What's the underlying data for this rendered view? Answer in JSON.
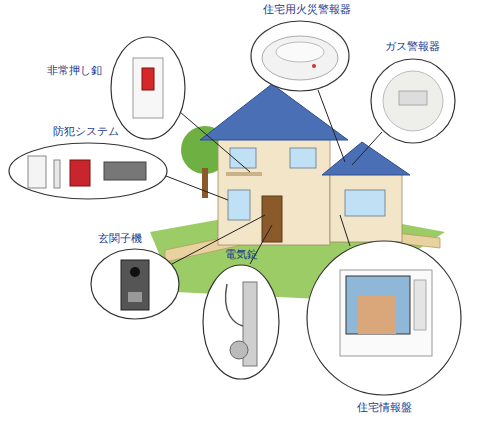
{
  "diagram": {
    "nodes": [
      {
        "text": [
          "非常押し釦"
        ]
      },
      {
        "text": [
          "住宅用火災警報器"
        ]
      },
      {
        "text": [
          "ガス警報器"
        ]
      },
      {
        "text": [
          "防犯システム"
        ]
      },
      {
        "text": [
          "玄関子機"
        ]
      },
      {
        "text": [
          "電気錠"
        ]
      },
      {
        "text": [
          "住宅情報盤"
        ]
      }
    ]
  }
}
